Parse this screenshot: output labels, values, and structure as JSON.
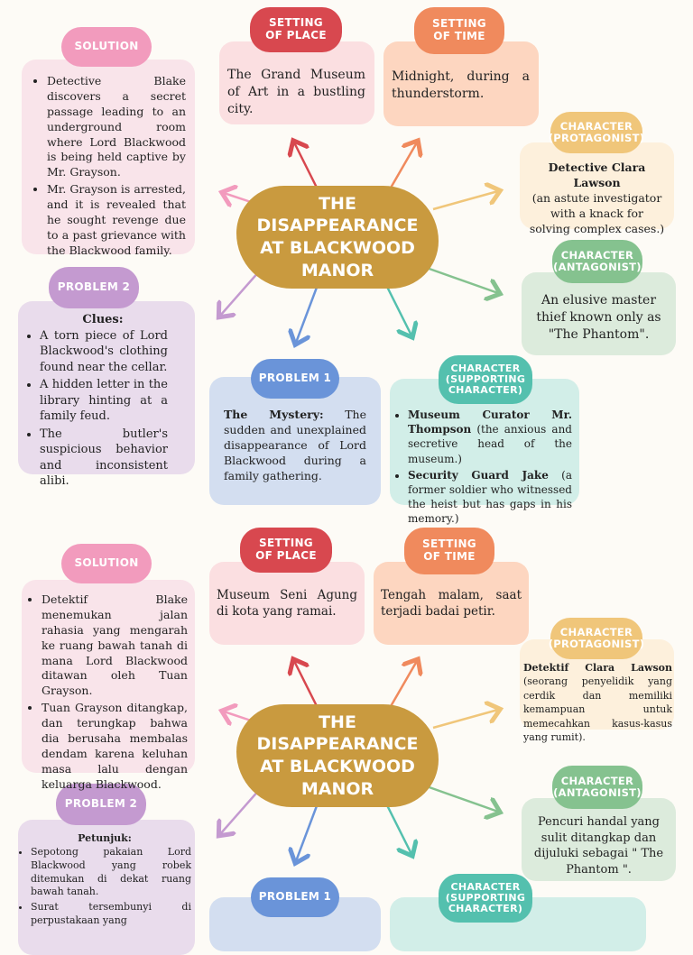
{
  "en": {
    "title": [
      "THE DISAPPEARANCE",
      "AT BLACKWOOD",
      "MANOR"
    ],
    "setting_place": {
      "tag": [
        "SETTING",
        "OF PLACE"
      ],
      "text": "The Grand Museum of Art in a bustling city."
    },
    "setting_time": {
      "tag": [
        "SETTING",
        "OF TIME"
      ],
      "text": "Midnight, during a thunderstorm."
    },
    "protagonist": {
      "tag": [
        "CHARACTER",
        "(PROTAGONIST)"
      ],
      "name": "Detective Clara Lawson",
      "desc": "(an astute investigator with a knack for solving complex cases.)"
    },
    "antagonist": {
      "tag": [
        "CHARACTER",
        "(ANTAGONIST)"
      ],
      "text": "An elusive master thief known only as \"The Phantom\"."
    },
    "supporting": {
      "tag": [
        "CHARACTER",
        "(SUPPORTING",
        "CHARACTER)"
      ],
      "items": [
        {
          "name": "Museum Curator Mr. Thompson",
          "desc": " (the anxious and secretive head of the museum.)"
        },
        {
          "name": "Security Guard Jake",
          "desc": " (a former soldier who witnessed the heist but has gaps in his memory.)"
        }
      ]
    },
    "problem1": {
      "tag": "PROBLEM 1",
      "label": "The Mystery:",
      "text": " The sudden and unexplained disappearance of Lord Blackwood during a family gathering."
    },
    "problem2": {
      "tag": "PROBLEM 2",
      "label": "Clues:",
      "items": [
        "A torn piece of Lord Blackwood's clothing found near the cellar.",
        "A hidden letter in the library hinting at a family feud.",
        "The butler's suspicious behavior and inconsistent alibi."
      ]
    },
    "solution": {
      "tag": "SOLUTION",
      "items": [
        "Detective Blake discovers a secret passage leading to an underground room where Lord Blackwood is being held captive by Mr. Grayson.",
        "Mr. Grayson is arrested, and it is revealed that he sought revenge due to a past grievance with the Blackwood family."
      ]
    }
  },
  "id": {
    "title": [
      "THE DISAPPEARANCE",
      "AT BLACKWOOD",
      "MANOR"
    ],
    "setting_place": {
      "tag": [
        "SETTING",
        "OF PLACE"
      ],
      "text": "Museum Seni Agung di kota yang ramai."
    },
    "setting_time": {
      "tag": [
        "SETTING",
        "OF TIME"
      ],
      "text": "Tengah malam, saat terjadi badai petir."
    },
    "protagonist": {
      "tag": [
        "CHARACTER",
        "(PROTAGONIST)"
      ],
      "name": "Detektif Clara Lawson",
      "desc": " (seorang penyelidik yang cerdik dan memiliki kemampuan untuk memecahkan kasus-kasus yang rumit)."
    },
    "antagonist": {
      "tag": [
        "CHARACTER",
        "(ANTAGONIST)"
      ],
      "text": "Pencuri handal yang sulit ditangkap dan dijuluki sebagai \" The Phantom \"."
    },
    "supporting": {
      "tag": [
        "CHARACTER",
        "(SUPPORTING",
        "CHARACTER)"
      ]
    },
    "problem1": {
      "tag": "PROBLEM 1"
    },
    "problem2": {
      "tag": "PROBLEM 2",
      "label": "Petunjuk:",
      "items": [
        "Sepotong pakaian Lord Blackwood yang robek ditemukan di dekat ruang bawah tanah.",
        "Surat tersembunyi di perpustakaan yang"
      ]
    },
    "solution": {
      "tag": "SOLUTION",
      "items": [
        "Detektif Blake menemukan jalan rahasia yang mengarah ke ruang bawah tanah di mana Lord Blackwood ditawan oleh Tuan Grayson.",
        "Tuan Grayson ditangkap, dan terungkap bahwa dia berusaha membalas dendam karena keluhan masa lalu dengan keluarga Blackwood."
      ]
    }
  },
  "colors": {
    "title": "#c99a3f",
    "red": "#d8484f",
    "orange": "#f08a5d",
    "gold": "#f0c67a",
    "green": "#85c28f",
    "purple": "#c49ad0",
    "blue": "#6a94d9",
    "teal": "#54c0ae",
    "pink": "#f29bbd"
  }
}
